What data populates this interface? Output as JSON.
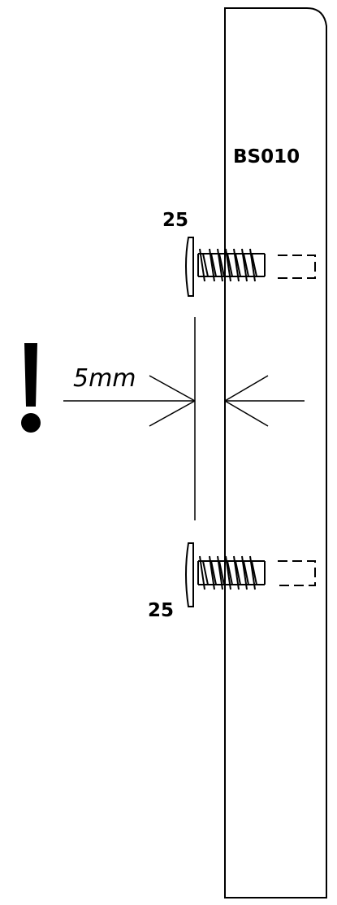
{
  "diagram": {
    "part_label": "BS010",
    "screw_top_label": "25",
    "screw_bottom_label": "25",
    "dimension_label": "5mm",
    "warning_icon": "exclamation-icon",
    "line_color": "#000000",
    "background_color": "#ffffff"
  }
}
